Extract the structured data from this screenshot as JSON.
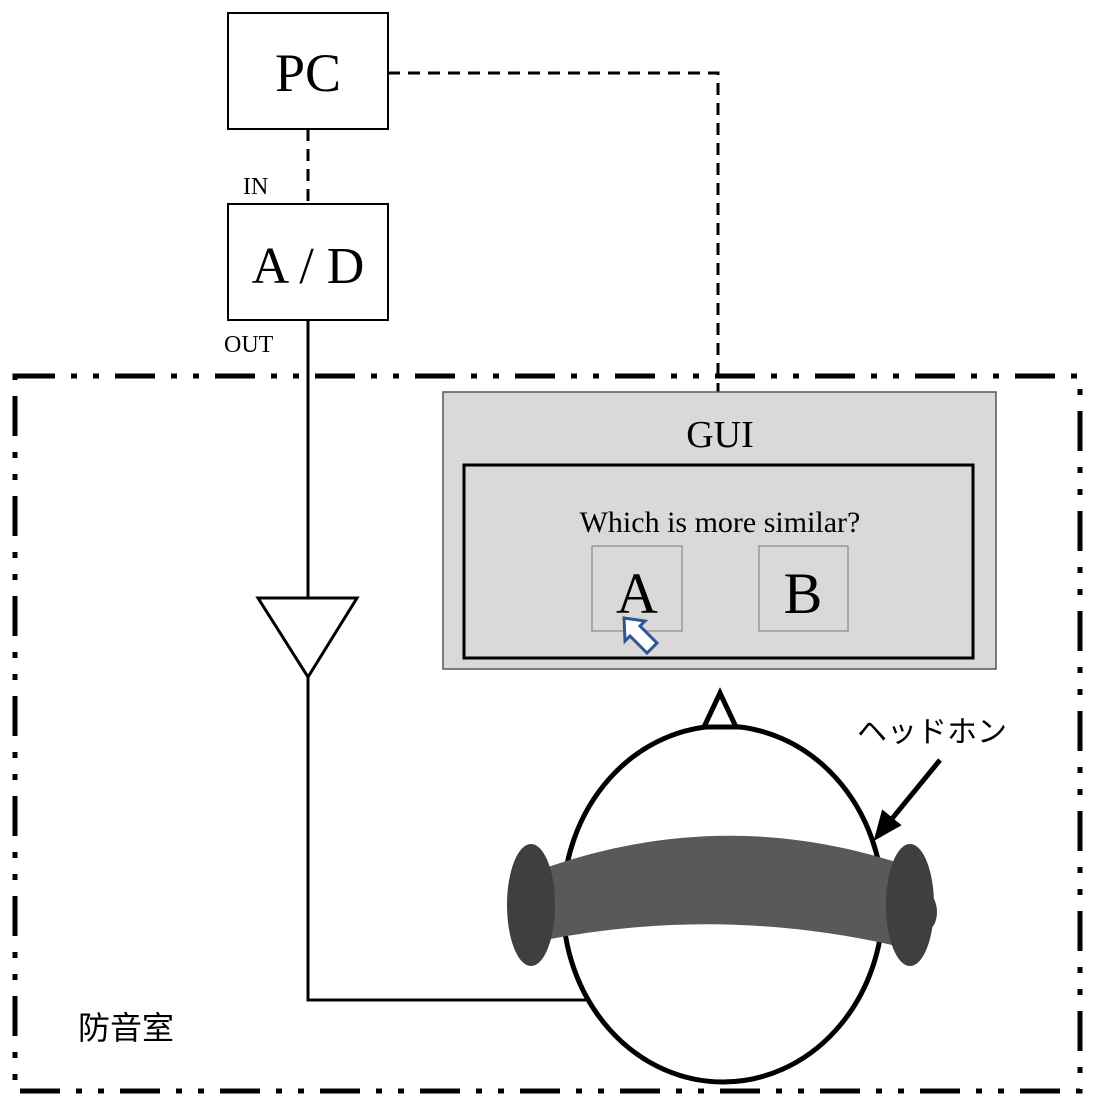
{
  "pc_label": "PC",
  "ad_label": "A / D",
  "in_label": "IN",
  "out_label": "OUT",
  "gui": {
    "title": "GUI",
    "question": "Which is more similar?",
    "option_a": "A",
    "option_b": "B"
  },
  "headphone_label": "ヘッドホン",
  "room_label": "防音室",
  "colors": {
    "gui_fill": "#d9d9d9",
    "headphone_band": "#595959",
    "earcup": "#3f3f3f",
    "cursor": "#2f5597"
  },
  "icons": [
    "cursor-arrow-icon",
    "amplifier-triangle-icon",
    "headphones-icon"
  ]
}
